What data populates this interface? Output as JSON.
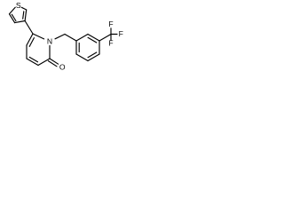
{
  "structure": {
    "atom_labels": {
      "sulfur": "S",
      "ring_nitrogen": "N",
      "carbonyl_oxygen": "O",
      "fluorine_1": "F",
      "fluorine_2": "F",
      "fluorine_3": "F"
    },
    "colors": {
      "bond": "#000000",
      "label": "#000000",
      "background": "#ffffff"
    }
  }
}
